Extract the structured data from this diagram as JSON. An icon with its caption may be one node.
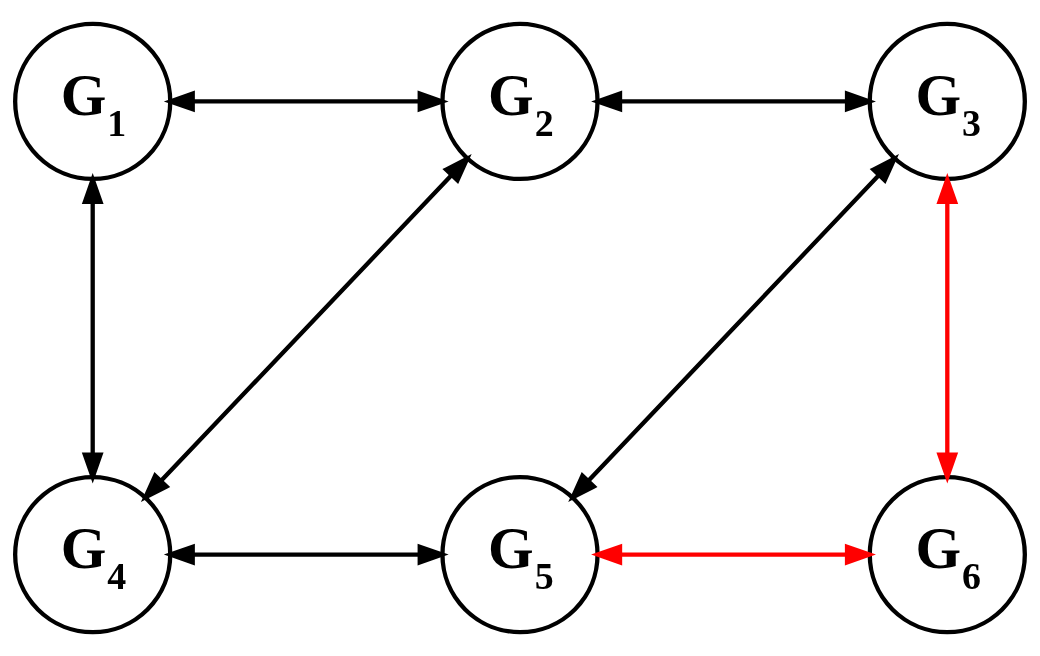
{
  "diagram": {
    "nodes": [
      {
        "text": [
          "G$_{1}$"
        ]
      },
      {
        "text": [
          "G$_{2}$"
        ]
      },
      {
        "text": [
          "G$_{3}$"
        ]
      },
      {
        "text": [
          "G$_{4}$"
        ]
      },
      {
        "text": [
          "G$_{5}$"
        ]
      },
      {
        "text": [
          "G$_{6}$"
        ]
      }
    ],
    "edges": [
      {
        "from": 0,
        "to": 1,
        "arrow": "both"
      },
      {
        "from": 1,
        "to": 2,
        "arrow": "both"
      },
      {
        "from": 0,
        "to": 3,
        "arrow": "both"
      },
      {
        "from": 1,
        "to": 3,
        "arrow": "both"
      },
      {
        "from": 2,
        "to": 4,
        "arrow": "both"
      },
      {
        "from": 2,
        "to": 5,
        "arrow": "both",
        "color": "#ff0000"
      },
      {
        "from": 3,
        "to": 4,
        "arrow": "both"
      },
      {
        "from": 4,
        "to": 5,
        "arrow": "both",
        "color": "#ff0000"
      }
    ]
  }
}
